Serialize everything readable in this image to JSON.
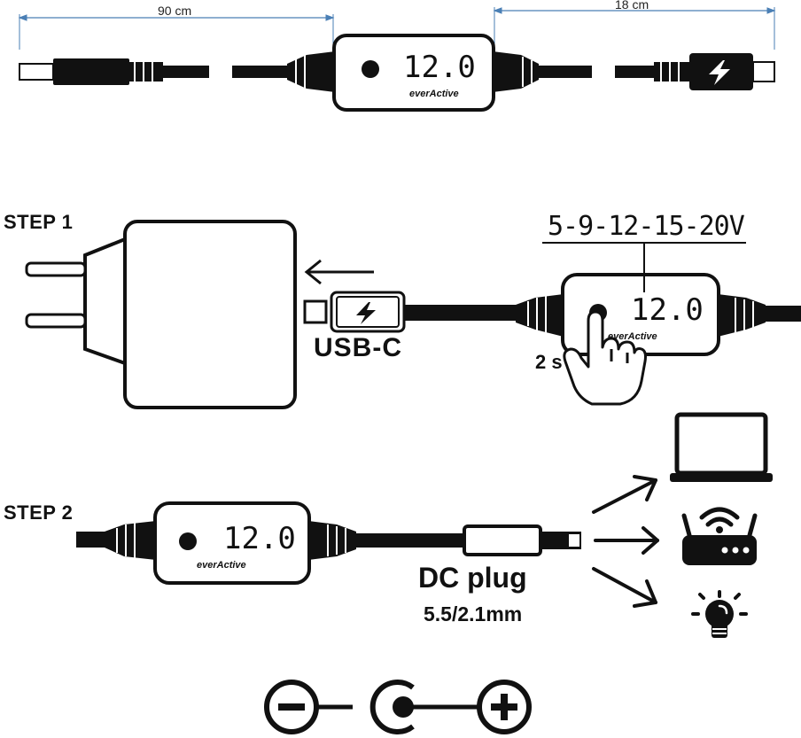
{
  "top_cable": {
    "length_left": "90 cm",
    "length_right": "18 cm",
    "display_value": "12.0",
    "brand": "everActive"
  },
  "step1": {
    "title": "STEP 1",
    "connector_label": "USB-C",
    "voltage_options": "5-9-12-15-20V",
    "display_value": "12.0",
    "brand": "everActive",
    "press_duration": "2 s"
  },
  "step2": {
    "title": "STEP 2",
    "display_value": "12.0",
    "brand": "everActive",
    "plug_label": "DC plug",
    "plug_size": "5.5/2.1mm"
  },
  "devices": [
    "laptop-icon",
    "router-icon",
    "lightbulb-icon"
  ],
  "polarity": [
    "minus",
    "center-positive-barrel",
    "plus"
  ],
  "colors": {
    "ink": "#111111",
    "measure": "#4a7fb5",
    "paper": "#ffffff"
  }
}
